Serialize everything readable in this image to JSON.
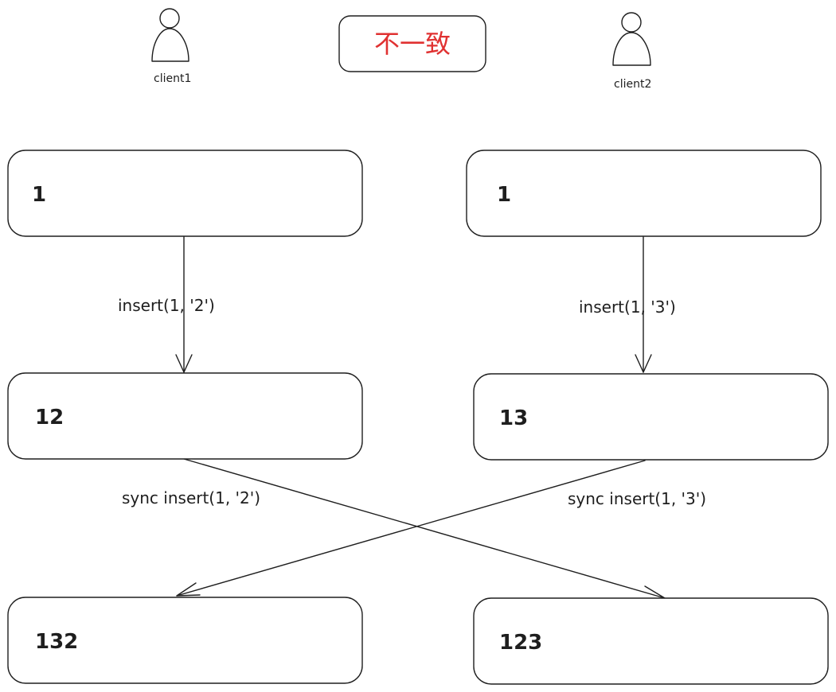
{
  "title": "不一致",
  "clients": {
    "client1": "client1",
    "client2": "client2"
  },
  "states": {
    "c1_initial": "1",
    "c2_initial": "1",
    "c1_after_local": "12",
    "c2_after_local": "13",
    "c1_final": "132",
    "c2_final": "123"
  },
  "operations": {
    "c1_local": "insert(1, '2')",
    "c2_local": "insert(1, '3')",
    "sync_from_c1": "sync insert(1, '2')",
    "sync_from_c2": "sync insert(1, '3')"
  },
  "colors": {
    "title": "#e03131",
    "stroke": "#1e1e1e"
  }
}
